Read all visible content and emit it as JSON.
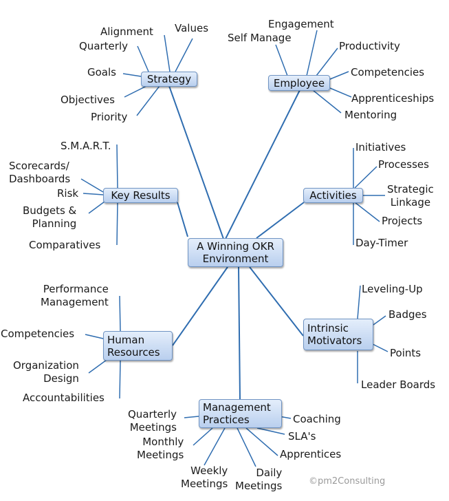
{
  "diagram": {
    "center": {
      "label": "A Winning OKR\nEnvironment"
    },
    "strategy": {
      "label": "Strategy",
      "items": [
        "Alignment",
        "Values",
        "Quarterly",
        "Goals",
        "Objectives",
        "Priority"
      ]
    },
    "employee": {
      "label": "Employee",
      "items": [
        "Engagement",
        "Self Manage",
        "Productivity",
        "Competencies",
        "Apprenticeships",
        "Mentoring"
      ]
    },
    "key_results": {
      "label": "Key Results",
      "items": [
        "S.M.A.R.T.",
        "Scorecards/\nDashboards",
        "Risk",
        "Budgets &\nPlanning",
        "Comparatives"
      ]
    },
    "activities": {
      "label": "Activities",
      "items": [
        "Initiatives",
        "Processes",
        "Strategic\nLinkage",
        "Projects",
        "Day-Timer"
      ]
    },
    "human_resources": {
      "label": "Human\nResources",
      "items": [
        "Performance\nManagement",
        "Competencies",
        "Organization\nDesign",
        "Accountabilities"
      ]
    },
    "intrinsic_motivators": {
      "label": "Intrinsic\nMotivators",
      "items": [
        "Leveling-Up",
        "Badges",
        "Points",
        "Leader Boards"
      ]
    },
    "management_practices": {
      "label": "Management\nPractices",
      "items": [
        "Quarterly\nMeetings",
        "Monthly\nMeetings",
        "Weekly\nMeetings",
        "Daily\nMeetings",
        "Apprentices",
        "SLA's",
        "Coaching"
      ]
    }
  },
  "copyright": "©pm2Consulting",
  "colors": {
    "line": "#2f6db0",
    "node_top": "#e4eefb",
    "node_bottom": "#b9cfee",
    "node_border": "#6f93c2"
  }
}
